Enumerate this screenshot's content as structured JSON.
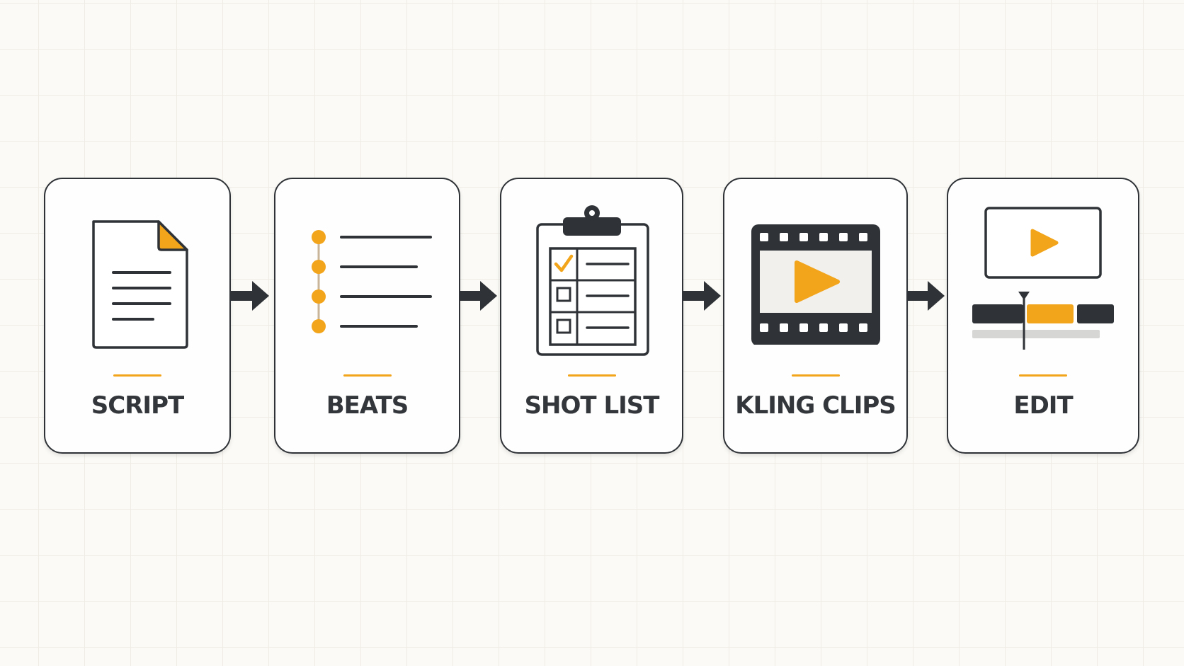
{
  "colors": {
    "accent": "#f2a41a",
    "ink": "#2f3337",
    "background": "#fbfaf6",
    "grid": "#eeece5"
  },
  "steps": [
    {
      "label": "SCRIPT",
      "icon": "document-icon"
    },
    {
      "label": "BEATS",
      "icon": "beats-list-icon"
    },
    {
      "label": "SHOT LIST",
      "icon": "clipboard-checklist-icon"
    },
    {
      "label": "KLING CLIPS",
      "icon": "film-strip-play-icon"
    },
    {
      "label": "EDIT",
      "icon": "video-timeline-icon"
    }
  ]
}
